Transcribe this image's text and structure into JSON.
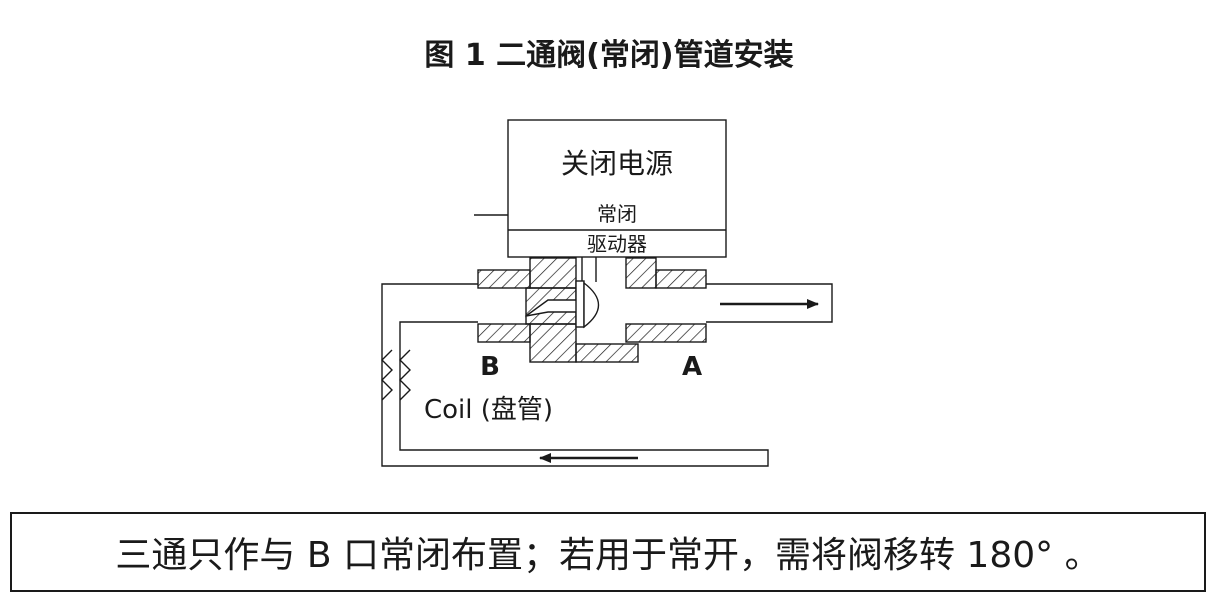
{
  "title": "图 1  二通阀(常闭)管道安装",
  "diagram": {
    "actuator_power": "关闭电源",
    "actuator_mode": "常闭",
    "actuator_name": "驱动器",
    "port_b": "B",
    "port_a": "A",
    "coil_label": "Coil (盘管)"
  },
  "note": "三通只作与 B 口常闭布置；若用于常开，需将阀移转 180° 。",
  "colors": {
    "ink": "#1a1a1a",
    "background": "#ffffff"
  }
}
